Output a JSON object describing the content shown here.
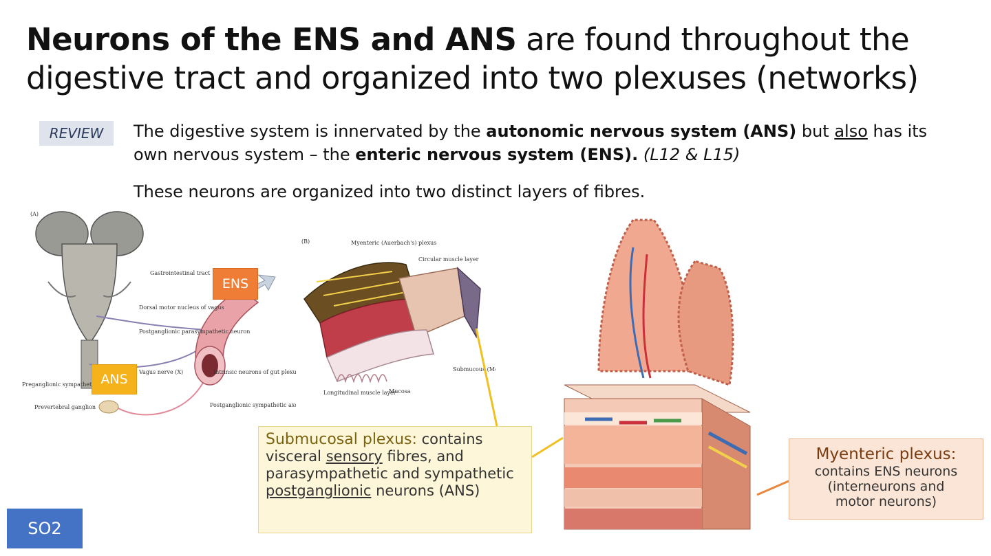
{
  "slide": {
    "title_bold": "Neurons of the ENS and ANS",
    "title_rest": " are found throughout the digestive tract and organized into two plexuses (networks)",
    "review_tag": "REVIEW",
    "para1": {
      "t1": "The digestive system is innervated by the ",
      "b1": "autonomic nervous system (ANS)",
      "t2": " but ",
      "u1": "also",
      "t3": " has its own nervous system – the ",
      "b2": "enteric nervous system (ENS).",
      "i1": " (L12 & L15)"
    },
    "para2": "These neurons are organized into two distinct layers of fibres.",
    "badge": "SO2"
  },
  "figure_a": {
    "panel_label": "(A)",
    "ens_label": "ENS",
    "ans_label": "ANS",
    "annotations": {
      "gi_tract": "Gastrointestinal tract",
      "dorsal_motor": "Dorsal motor nucleus of vagus",
      "postganglionic_para": "Postganglionic parasympathetic neuron",
      "vagus": "Vagus nerve (X)",
      "intrinsic": "Intrinsic neurons of gut plexuses",
      "preganglionic_symp": "Preganglionic sympathetic axon",
      "prevertebral": "Prevertebral ganglion",
      "postganglionic_symp": "Postganglionic sympathetic axon"
    }
  },
  "figure_b": {
    "panel_label": "(B)",
    "annotations": {
      "myenteric": "Myenteric (Auerbach's) plexus",
      "circular": "Circular muscle layer",
      "longitudinal": "Longitudinal muscle layer",
      "mucosa": "Mucosa",
      "submucous": "Submucous (Meissner's) plexus"
    }
  },
  "callouts": {
    "submucosal": {
      "head": "Submucosal plexus:",
      "t1": " contains visceral ",
      "u1": "sensory",
      "t2": " fibres, and parasympathetic and sympathetic ",
      "u2": "postganglionic",
      "t3": " neurons (ANS)"
    },
    "myenteric": {
      "head": "Myenteric plexus:",
      "line1": "contains ENS neurons",
      "line2": "(interneurons and",
      "line3": "motor neurons)"
    }
  },
  "colors": {
    "ens": "#ef7d35",
    "ans": "#f6b21b",
    "badge": "#4472c4",
    "review_bg": "#dfe3ec",
    "submucosal_bg": "#fdf6d8",
    "myenteric_bg": "#fbe5d6"
  }
}
